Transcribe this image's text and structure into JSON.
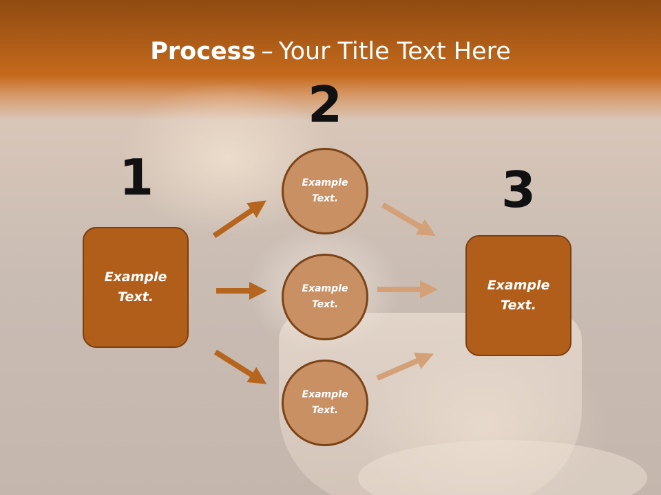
{
  "title": {
    "bold": "Process",
    "separator": "–",
    "rest": "Your Title Text Here"
  },
  "steps": [
    {
      "number": "1",
      "text": "Example\nText."
    },
    {
      "number": "2",
      "text": "Example\nText."
    },
    {
      "number": "3",
      "text": "Example\nText."
    }
  ],
  "circles": [
    {
      "text": "Example\nText."
    },
    {
      "text": "Example\nText."
    },
    {
      "text": "Example\nText."
    }
  ],
  "colors": {
    "box_fill": "#b25e1b",
    "circle_fill": "#c99064",
    "arrow_in": "#b5651d",
    "arrow_out": "#d3a077"
  }
}
